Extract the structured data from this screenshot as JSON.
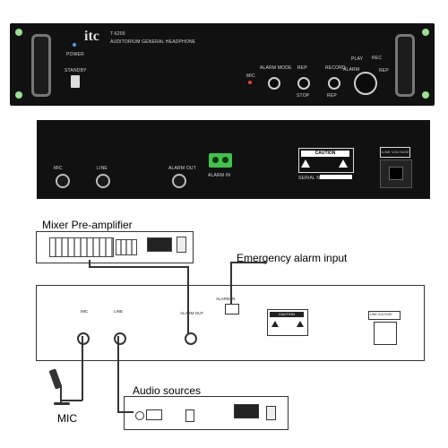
{
  "front_panel": {
    "brand": "itc",
    "model": "T-6209",
    "subtitle": "AUDITORIUM GENERAL HEADPHONE",
    "power_label": "POWER",
    "standby_label": "STANDBY",
    "mic_label": "MIC",
    "controls": [
      {
        "label": "ALARM MODE"
      },
      {
        "label": "REP"
      },
      {
        "label": "RECORD"
      }
    ],
    "sub_controls": [
      "",
      "STOP",
      "REP"
    ],
    "big_knob_labels": [
      "PLAY",
      "ALARM",
      "REC",
      "REP"
    ]
  },
  "rear_panel": {
    "inputs": [
      "MIC",
      "LINE",
      "ALARM OUT"
    ],
    "alarm_in_label": "ALARM IN",
    "caution_label": "CAUTION",
    "serial_label": "SERIAL NO.",
    "power_label": "LINE VOLTAGE"
  },
  "diagram": {
    "mixer_label": "Mixer Pre-amplifier",
    "emergency_label": "Emergency alarm input",
    "audio_sources_label": "Audio sources",
    "mic_label": "MIC",
    "device_labels": {
      "mic": "MIC",
      "line": "LINE",
      "alarm_out": "ALARM OUT",
      "alarm_in": "ALARM IN",
      "caution": "CAUTION",
      "power": "LINE VOLTAGE"
    }
  }
}
